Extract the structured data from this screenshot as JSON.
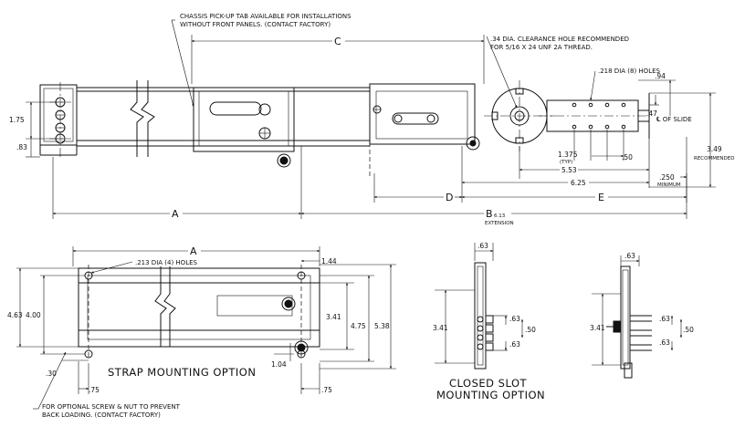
{
  "notes": {
    "chassis_tab_line1": "CHASSIS PICK-UP TAB AVAILABLE FOR INSTALLATIONS",
    "chassis_tab_line2": "WITHOUT FRONT PANELS. (CONTACT FACTORY)",
    "clearance_line1": ".34 DIA. CLEARANCE HOLE RECOMMENDED",
    "clearance_line2": "FOR 5/16 X 24 UNF 2A THREAD.",
    "holes_218": ".218 DIA (8) HOLES",
    "holes_213": ".213 DIA (4) HOLES",
    "screw_line1": "FOR OPTIONAL SCREW & NUT TO PREVENT",
    "screw_line2": "BACK LOADING. (CONTACT FACTORY)"
  },
  "dims": {
    "C": "C",
    "A": "A",
    "B": "B",
    "b_extension_value": "6.13",
    "b_extension_label": "EXTENSION",
    "D": "D",
    "E": "E",
    "d175": "1.75",
    "d83": ".83",
    "d94": ".94",
    "d47": ".47",
    "cl_of_slide": "℄ OF SLIDE",
    "d349": "3.49",
    "recommended": "RECOMMENDED",
    "d1375": "1.375",
    "typ": "(TYP)",
    "d50": ".50",
    "d553": "5.53",
    "d625": "6.25",
    "d250": ".250",
    "minimum": "MINIMUM",
    "d144": "1.44",
    "d463": "4.63",
    "d400": "4.00",
    "d341": "3.41",
    "d475": "4.75",
    "d538": "5.38",
    "d104": "1.04",
    "d30": ".30",
    "d75a": ".75",
    "d75b": ".75",
    "c_d63_top": ".63",
    "c_d341": "3.41",
    "c_d63a": ".63",
    "c_d50": ".50",
    "c_d63b": ".63",
    "r_d63_top": ".63",
    "r_d341": "3.41",
    "r_d63a": ".63",
    "r_d50": ".50",
    "r_d63b": ".63"
  },
  "captions": {
    "strap": "STRAP MOUNTING OPTION",
    "closed_line1": "CLOSED SLOT",
    "closed_line2": "MOUNTING OPTION"
  }
}
